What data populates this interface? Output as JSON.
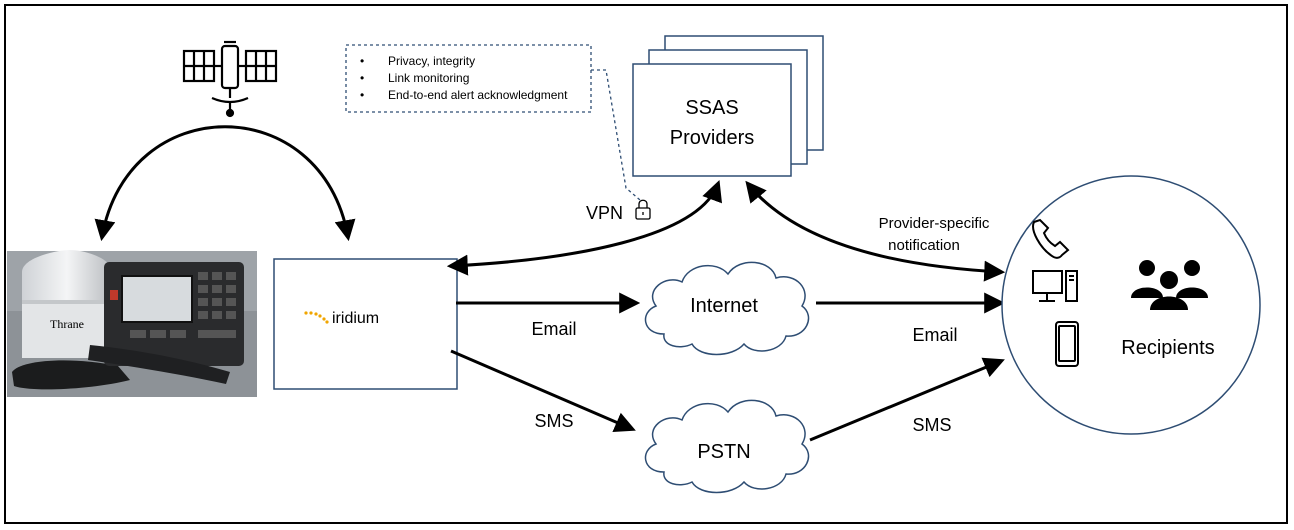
{
  "notes": {
    "bullets": [
      "Privacy, integrity",
      "Link monitoring",
      "End-to-end alert acknowledgment"
    ]
  },
  "ssas": {
    "line1": "SSAS",
    "line2": "Providers"
  },
  "iridium": {
    "logo_text": "iridium"
  },
  "terminal": {
    "brand": "Thrane"
  },
  "clouds": {
    "internet": "Internet",
    "pstn": "PSTN"
  },
  "links": {
    "vpn": "VPN",
    "email_left": "Email",
    "email_right": "Email",
    "sms_left": "SMS",
    "sms_right": "SMS",
    "provider_line1": "Provider-specific",
    "provider_line2": "notification"
  },
  "recipients": {
    "label": "Recipients"
  },
  "icons": [
    "satellite-icon",
    "lock-icon",
    "phone-icon",
    "desktop-computer-icon",
    "tablet-icon",
    "people-group-icon"
  ]
}
